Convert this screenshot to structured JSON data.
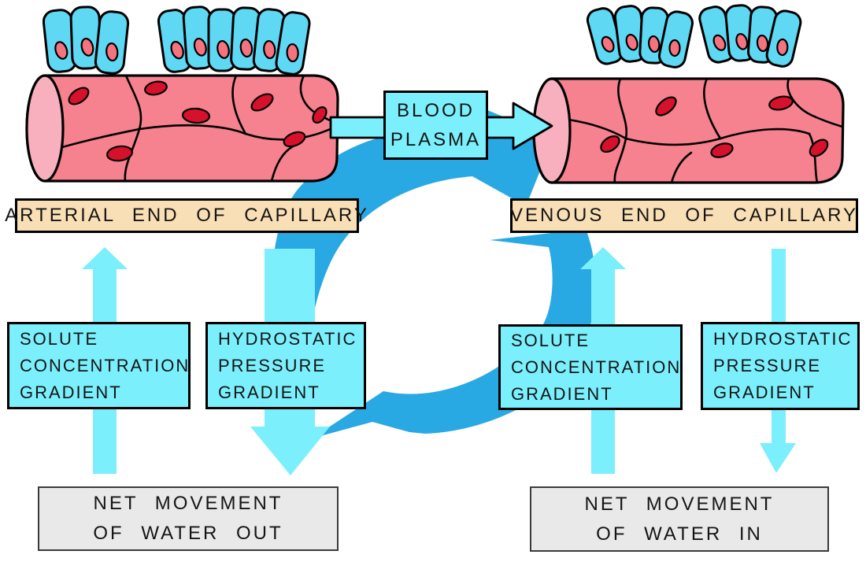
{
  "colors": {
    "background": "#ffffff",
    "outline": "#000000",
    "cyan": "#7BEFFC",
    "tissue_cell_cyan": "#5FD8F4",
    "cycle_blue": "#29A9E3",
    "capillary_pink": "#F5828E",
    "capillary_end_pink": "#F8B0BE",
    "red_blood_cell": "#D6112B",
    "cell_nucleus_pink": "#F4737F",
    "label_tan": "#F9DFB5",
    "net_box_gray": "#E9E9E9"
  },
  "capillary_labels": {
    "arterial": "ARTERIAL END OF CAPILLARY",
    "venous": "VENOUS END OF CAPILLARY"
  },
  "plasma_box": {
    "lines": [
      "BLOOD",
      "PLASMA"
    ]
  },
  "gradient_boxes": {
    "left_solute": {
      "lines": [
        "SOLUTE",
        "CONCENTRATION",
        "GRADIENT"
      ]
    },
    "left_hydrostatic": {
      "lines": [
        "HYDROSTATIC",
        "PRESSURE",
        "GRADIENT"
      ]
    },
    "right_solute": {
      "lines": [
        "SOLUTE",
        "CONCENTRATION",
        "GRADIENT"
      ]
    },
    "right_hydrostatic": {
      "lines": [
        "HYDROSTATIC",
        "PRESSURE",
        "GRADIENT"
      ]
    }
  },
  "net_movement_boxes": {
    "left": {
      "lines": [
        "NET MOVEMENT",
        "OF WATER OUT"
      ]
    },
    "right": {
      "lines": [
        "NET MOVEMENT",
        "OF WATER IN"
      ]
    }
  },
  "arrows": {
    "blood_plasma_flow": "right",
    "cycle_direction": "clockwise",
    "left_solute": "up",
    "left_hydrostatic": "down-large",
    "right_solute": "up",
    "right_hydrostatic": "down-small"
  }
}
